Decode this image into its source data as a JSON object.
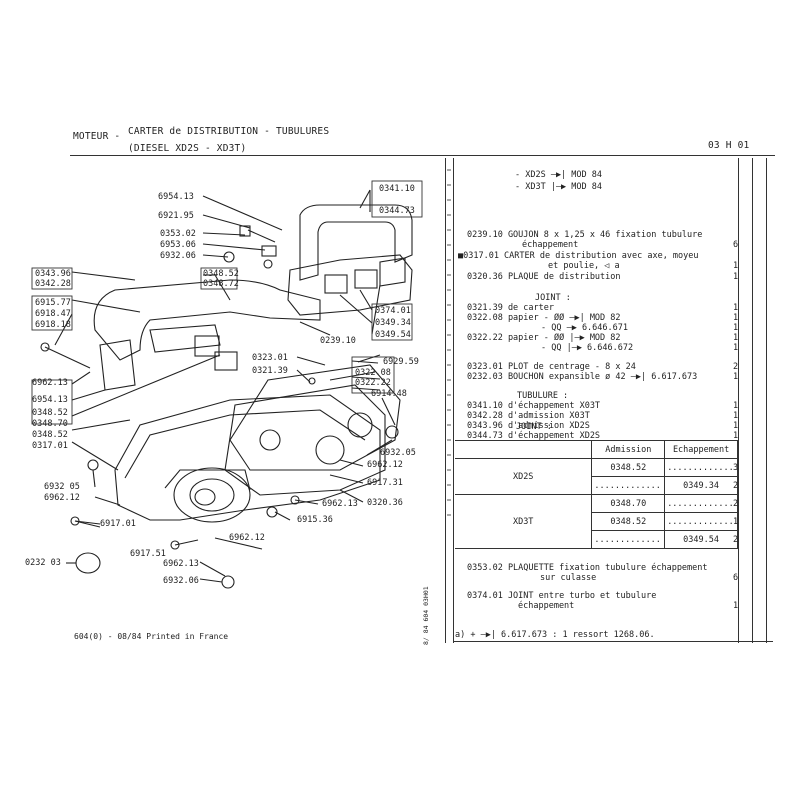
{
  "header": {
    "section": "MOTEUR -",
    "title": "CARTER de DISTRIBUTION - TUBULURES",
    "subtitle": "(DIESEL XD2S - XD3T)",
    "code": "03  H 01"
  },
  "footer": {
    "print": "604(0) - 08/84 Printed in France",
    "side_code": "8/ 84   604   03H01"
  },
  "diagram_labels": {
    "l6954_13a": "6954.13",
    "l6921_95": "6921.95",
    "l0353_02": "0353.02",
    "l6953_06": "6953.06",
    "l6932_06a": "6932.06",
    "l0341_10": "0341.10",
    "l0344_73": "0344.73",
    "l0343_96": "0343.96",
    "l0342_28": "0342.28",
    "l0348_52a": "0348.52",
    "l0348_72": "0348.72",
    "l6915_77": "6915.77",
    "l6918_47": "6918.47",
    "l6918_18": "6918.18",
    "l0374_01": "0374.01",
    "l0349_34": "0349.34",
    "l0349_54": "0349.54",
    "l0239_10": "0239.10",
    "l0323_01": "0323.01",
    "l0321_39": "0321.39",
    "l6929_59": "6929.59",
    "l0322_08": "0322.08",
    "l0322_22": "0322.22",
    "l6914_48": "6914.48",
    "l6962_13a": "6962.13",
    "l6954_13b": "6954.13",
    "l0348_52b": "0348.52",
    "l0348_70": "0348.70",
    "l0348_52c": "0348.52",
    "l0317_01": "0317.01",
    "l6932_05a": "6932.05",
    "l6962_12a": "6962.12",
    "l6932_05b": "6932 05",
    "l6962_12b": "6962.12",
    "l6917_31": "6917.31",
    "l0320_36": "0320.36",
    "l6962_13b": "6962.13",
    "l6915_36": "6915.36",
    "l6917_01": "6917.01",
    "l6962_12c": "6962.12",
    "l6917_51": "6917.51",
    "l6962_13c": "6962.13",
    "l0232_03": "0232 03",
    "l6932_06b": "6932.06"
  },
  "parts": {
    "legend1": "- XD2S  —▶| MOD 84",
    "legend2": "- XD3T  |—▶ MOD 84",
    "p1a": "0239.10 GOUJON 8 x 1,25 x 46 fixation tubulure",
    "p1b": "échappement",
    "p1q": "6",
    "p2a": "■0317.01 CARTER de distribution avec axe, moyeu",
    "p2b": "et poulie,  ◁ a",
    "p2q": "1",
    "p3a": "0320.36 PLAQUE de distribution",
    "p3q": "1",
    "p4h": "JOINT :",
    "p4a": "0321.39  de carter",
    "p4aq": "1",
    "p4b": "0322.08  papier - ØØ —▶| MOD 82",
    "p4bq": "1",
    "p4c": "- QQ —▶ 6.646.671",
    "p4cq": "1",
    "p4d": "0322.22  papier - ØØ |—▶ MOD 82",
    "p4dq": "1",
    "p4e": "- QQ |—▶ 6.646.672",
    "p4eq": "1",
    "p5a": "0323.01 PLOT de centrage - 8 x 24",
    "p5aq": "2",
    "p5b": "0232.03 BOUCHON expansible ø 42 —▶| 6.617.673",
    "p5bq": "1",
    "p6h": "TUBULURE :",
    "p6a": "0341.10  d'échappement X03T",
    "p6aq": "1",
    "p6b": "0342.28  d'admission X03T",
    "p6bq": "1",
    "p6c": "0343.96  d'admission XD2S",
    "p6cq": "1",
    "p6d": "0344.73  d'échappement XD2S",
    "p6dq": "1",
    "p7h": "JOINT :",
    "p8a": "0353.02 PLAQUETTE fixation tubulure échappement",
    "p8b": "sur culasse",
    "p8q": "6",
    "p9a": "0374.01 JOINT entre turbo et tubulure",
    "p9b": "échappement",
    "p9q": "1",
    "note": "a) + —▶| 6.617.673 : 1 ressort 1268.06."
  },
  "joint_table": {
    "col_admission": "Admission",
    "col_echappement": "Echappement",
    "xd2s": "XD2S",
    "xd3t": "XD3T",
    "r1": "0348.52",
    "r1q": "3",
    "r2": "0349.34",
    "r2q": "2",
    "r3": "0348.70",
    "r3q": "2",
    "r4": "0348.52",
    "r4q": "1",
    "r5": "0349.54",
    "r5q": "2"
  }
}
